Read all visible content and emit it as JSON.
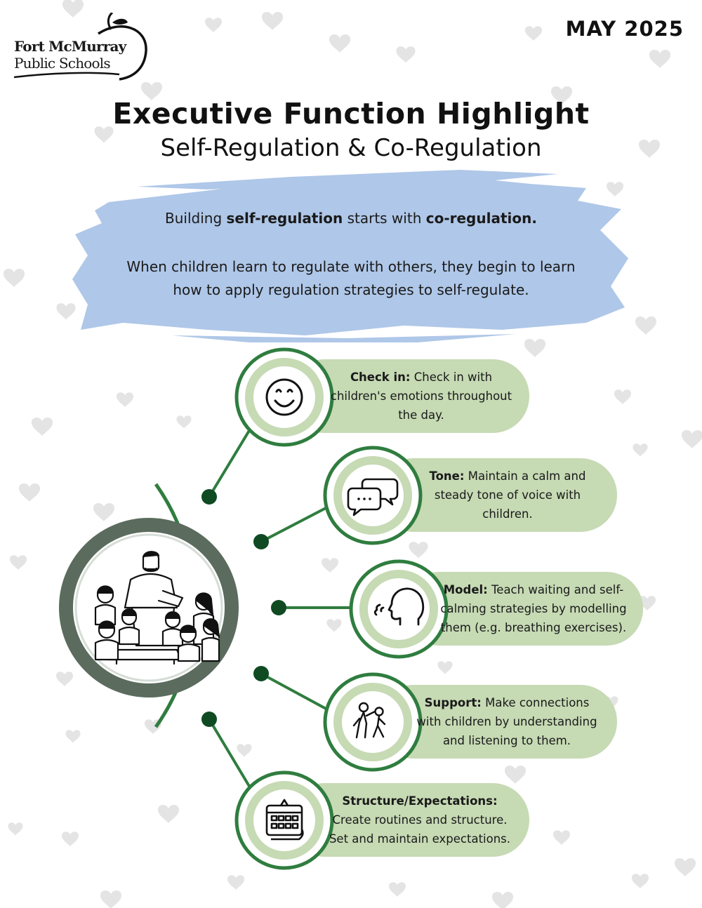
{
  "header": {
    "logo_line1": "Fort McMurray",
    "logo_line2": "Public Schools",
    "date": "MAY 2025"
  },
  "title": "Executive Function Highlight",
  "subtitle": "Self-Regulation & Co-Regulation",
  "intro": {
    "line1_pre": "Building ",
    "line1_bold1": "self-regulation",
    "line1_mid": " starts with ",
    "line1_bold2": "co-regulation.",
    "line2": "When children learn to regulate with others, they begin to learn how to apply regulation strategies to self-regulate."
  },
  "strategies": [
    {
      "label": "Check in:",
      "text": "Check in with children's emotions throughout the day.",
      "icon": "smiley-face-icon"
    },
    {
      "label": "Tone:",
      "text": "Maintain a calm and steady tone of voice with children.",
      "icon": "speech-bubbles-icon"
    },
    {
      "label": "Model:",
      "text": "Teach waiting and self-calming strategies by modelling them (e.g. breathing exercises).",
      "icon": "breathing-head-icon"
    },
    {
      "label": "Support:",
      "text": "Make connections with children by understanding and listening to them.",
      "icon": "supporting-people-icon"
    },
    {
      "label": "Structure/Expectations:",
      "text": "Create routines and structure. Set and maintain expectations.",
      "icon": "calendar-icon"
    }
  ],
  "colors": {
    "brush_blue": "#afc7e8",
    "pill_green": "#c6dab4",
    "ring_green": "#2f7d3f",
    "node_dark": "#0f4a22",
    "center_ring": "#5b6b5e",
    "heart_gray": "#e4e4e4"
  }
}
